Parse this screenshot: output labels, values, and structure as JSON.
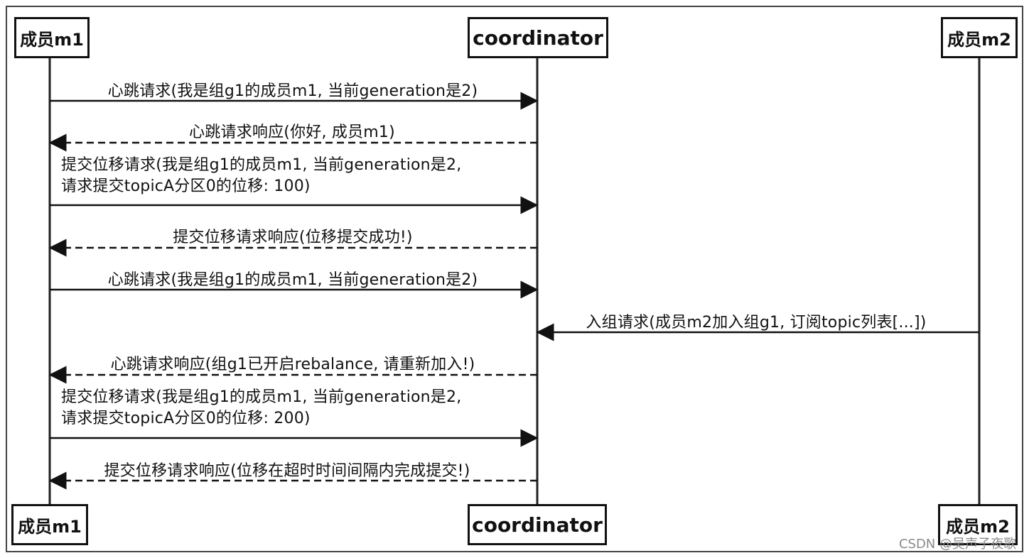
{
  "participants": {
    "member1": "成员m1",
    "coordinator": "coordinator",
    "member2": "成员m2"
  },
  "messages": {
    "m1_heartbeat": "心跳请求(我是组g1的成员m1, 当前generation是2)",
    "m1_heartbeat_resp": "心跳请求响应(你好, 成员m1)",
    "m1_commit_line1": "提交位移请求(我是组g1的成员m1, 当前generation是2,",
    "m1_commit_line2": "请求提交topicA分区0的位移: 100)",
    "m1_commit_resp": "提交位移请求响应(位移提交成功!)",
    "m1_heartbeat2": "心跳请求(我是组g1的成员m1, 当前generation是2)",
    "m2_join": "入组请求(成员m2加入组g1, 订阅topic列表[...])",
    "m1_heartbeat2_resp": "心跳请求响应(组g1已开启rebalance, 请重新加入!)",
    "m1_commit2_line1": "提交位移请求(我是组g1的成员m1, 当前generation是2,",
    "m1_commit2_line2": "请求提交topicA分区0的位移: 200)",
    "m1_commit2_resp": "提交位移请求响应(位移在超时时间间隔内完成提交!)"
  },
  "watermark": "CSDN @吴声子夜歌"
}
